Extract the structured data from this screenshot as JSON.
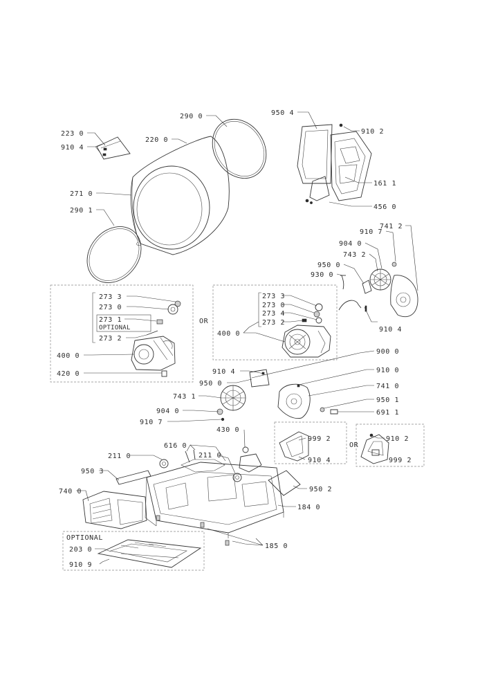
{
  "labels": {
    "l_290_0": "290 0",
    "l_223_0": "223 0",
    "l_910_4_a": "910 4",
    "l_220_0": "220 0",
    "l_271_0": "271 0",
    "l_290_1": "290 1",
    "l_950_4": "950 4",
    "l_910_2_a": "910 2",
    "l_161_1": "161 1",
    "l_456_0": "456 0",
    "l_910_7_a": "910 7",
    "l_741_2": "741 2",
    "l_904_0_a": "904 0",
    "l_743_2": "743 2",
    "l_950_0": "950 0",
    "l_930_0": "930 0",
    "l_910_4_b": "910 4",
    "l_273_3_a": "273 3",
    "l_273_0_a": "273 0",
    "l_273_1": "273 1",
    "l_optional_a": "OPTIONAL",
    "l_273_2_a": "273 2",
    "l_400_0_a": "400 0",
    "l_420_0": "420 0",
    "l_or_a": "OR",
    "l_273_3_b": "273 3",
    "l_273_0_b": "273 0",
    "l_273_4": "273 4",
    "l_273_2_b": "273 2",
    "l_400_0_b": "400 0",
    "l_900_0": "900 0",
    "l_910_4_c": "910 4",
    "l_950_0_b": "950 0",
    "l_910_0": "910 0",
    "l_743_1": "743 1",
    "l_741_0": "741 0",
    "l_950_1": "950 1",
    "l_904_0_b": "904 0",
    "l_691_1": "691 1",
    "l_910_7_b": "910 7",
    "l_430_0": "430 0",
    "l_999_2_a": "999 2",
    "l_910_4_d": "910 4",
    "l_or_b": "OR",
    "l_910_2_b": "910 2",
    "l_999_2_b": "999 2",
    "l_616_0": "616 0",
    "l_211_0_a": "211 0",
    "l_211_0_b": "211 0",
    "l_950_3": "950 3",
    "l_950_2": "950 2",
    "l_740_0": "740 0",
    "l_184_0": "184 0",
    "l_optional_b": "OPTIONAL",
    "l_203_0": "203 0",
    "l_185_0": "185 0",
    "l_910_9": "910 9"
  }
}
